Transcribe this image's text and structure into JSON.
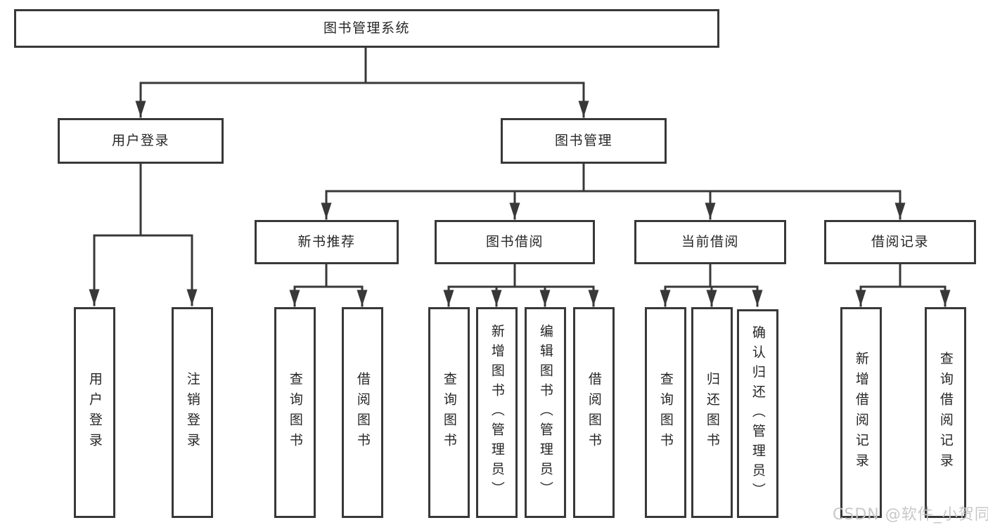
{
  "diagram": {
    "root": "图书管理系统",
    "children": [
      {
        "label": "用户登录",
        "children": [
          {
            "label": "用户登录"
          },
          {
            "label": "注销登录"
          }
        ]
      },
      {
        "label": "图书管理",
        "children": [
          {
            "label": "新书推荐",
            "children": [
              {
                "label": "查询图书"
              },
              {
                "label": "借阅图书"
              }
            ]
          },
          {
            "label": "图书借阅",
            "children": [
              {
                "label": "查询图书"
              },
              {
                "label": "新增图书（管理员）"
              },
              {
                "label": "编辑图书（管理员）"
              },
              {
                "label": "借阅图书"
              }
            ]
          },
          {
            "label": "当前借阅",
            "children": [
              {
                "label": "查询图书"
              },
              {
                "label": "归还图书"
              },
              {
                "label": "确认归还（管理员）"
              }
            ]
          },
          {
            "label": "借阅记录",
            "children": [
              {
                "label": "新增借阅记录"
              },
              {
                "label": "查询借阅记录"
              }
            ]
          }
        ]
      }
    ]
  },
  "watermark": "CSDN @软件_小贺同学",
  "colors": {
    "line": "#383838",
    "text": "#262626",
    "background": "#ffffff",
    "watermark": "#c5c5c5"
  }
}
